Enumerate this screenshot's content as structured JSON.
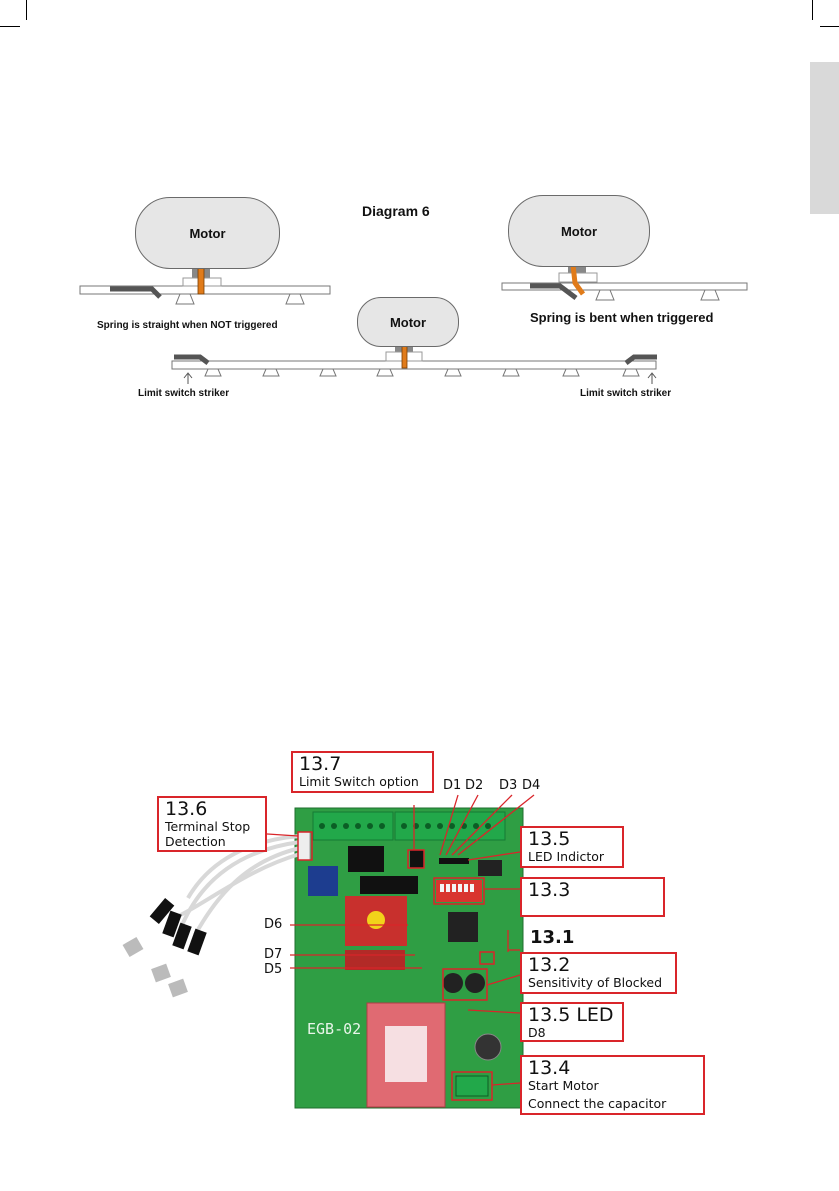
{
  "diagram": {
    "title": "Diagram 6",
    "motor_label": "Motor",
    "caption_straight": "Spring is straight when NOT triggered",
    "caption_bent": "Spring is bent when triggered",
    "striker_left": "Limit switch striker",
    "striker_right": "Limit switch striker"
  },
  "board": {
    "model_label": "EGB-02",
    "callouts": {
      "c137_num": "13.7",
      "c137_text": "Limit Switch option",
      "c136_num": "13.6",
      "c136_text1": "Terminal Stop",
      "c136_text2": "Detection",
      "c135_num": "13.5",
      "c135_text": "LED Indictor",
      "c133_num": "13.3",
      "c131_num": "13.1",
      "c132_num": "13.2",
      "c132_text": "Sensitivity of Blocked",
      "c135b_num": "13.5 LED",
      "c135b_text": "D8",
      "c134_num": "13.4",
      "c134_text1": "Start Motor",
      "c134_text2": "Connect the capacitor"
    },
    "leds": {
      "d1": "D1",
      "d2": "D2",
      "d3": "D3",
      "d4": "D4",
      "d5": "D5",
      "d6": "D6",
      "d7": "D7"
    }
  },
  "colors": {
    "callout_border": "#d9252a",
    "pcb_green": "#2f9e44",
    "motor_fill": "#e6e6e6",
    "spring": "#e07b1a"
  }
}
